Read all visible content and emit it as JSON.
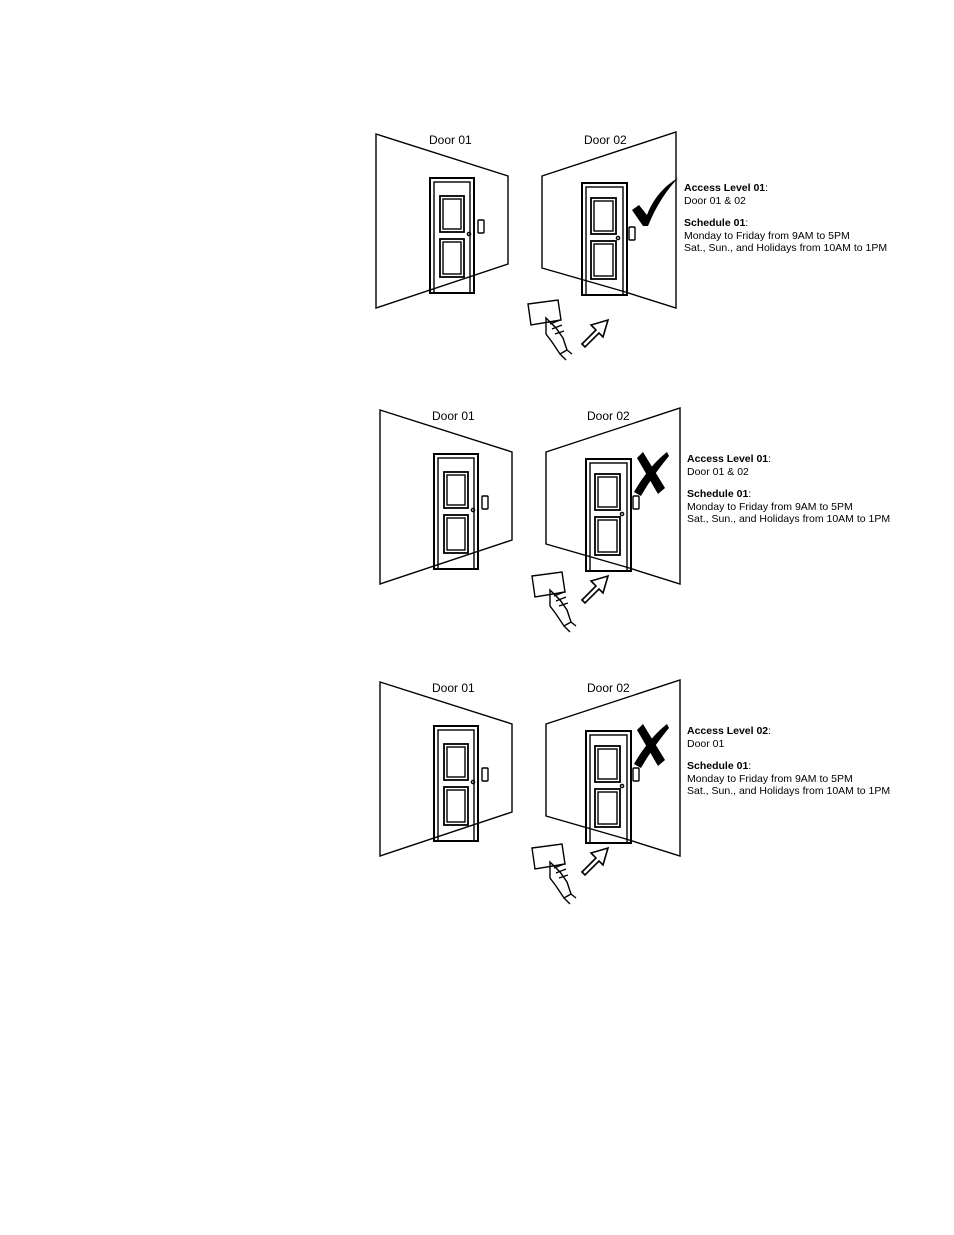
{
  "scenarios": [
    {
      "door_left_label": "Door 01",
      "door_right_label": "Door 02",
      "result": "granted",
      "result_icon": "checkmark-icon",
      "access_level_title": "Access Level 01",
      "access_level_doors": "Door 01 & 02",
      "schedule_title": "Schedule 01",
      "schedule_weekdays": "Monday to Friday from 9AM to 5PM",
      "schedule_weekends": "Sat., Sun., and Holidays  from 10AM to 1PM"
    },
    {
      "door_left_label": "Door 01",
      "door_right_label": "Door 02",
      "result": "denied",
      "result_icon": "cross-icon",
      "access_level_title": "Access Level 01",
      "access_level_doors": "Door 01 & 02",
      "schedule_title": "Schedule 01",
      "schedule_weekdays": "Monday to Friday from 9AM to 5PM",
      "schedule_weekends": "Sat., Sun., and Holidays from 10AM to 1PM"
    },
    {
      "door_left_label": "Door 01",
      "door_right_label": "Door 02",
      "result": "denied",
      "result_icon": "cross-icon",
      "access_level_title": "Access Level 02",
      "access_level_doors": "Door 01",
      "schedule_title": "Schedule 01",
      "schedule_weekdays": "Monday to Friday from 9AM to 5PM",
      "schedule_weekends": "Sat., Sun., and Holidays from 10AM to 1PM"
    }
  ]
}
